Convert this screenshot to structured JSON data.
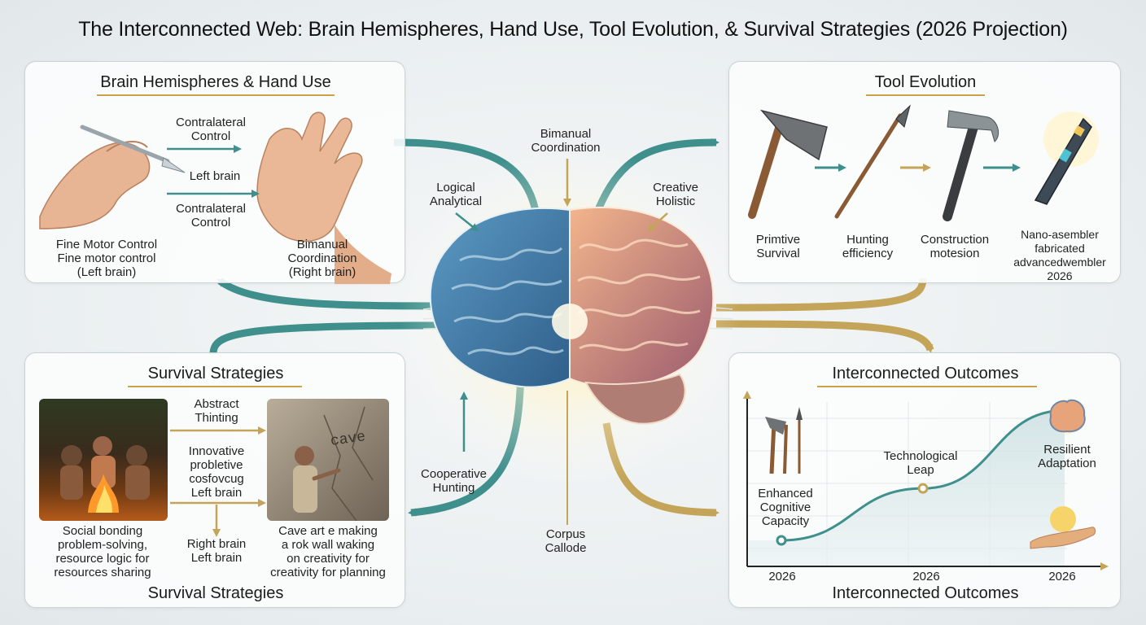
{
  "title": "The Interconnected Web: Brain Hemispheres, Hand Use, Tool Evolution, & Survival Strategies (2026 Projection)",
  "colors": {
    "teal": "#3f8f8c",
    "gold": "#c4a458",
    "left_hemi": "#4d87b0",
    "right_hemi": "#e0a27a"
  },
  "brain_hand": {
    "heading": "Brain Hemispheres & Hand Use",
    "arrow_top": [
      "Contralateral",
      "Control"
    ],
    "left_brain": "Left brain",
    "arrow_bottom": [
      "Contralateral",
      "Control"
    ],
    "fine_motor": [
      "Fine Motor Control",
      "Fine motor control",
      "(Left brain)"
    ],
    "bimanual": [
      "Bimanual",
      "Coordination",
      "(Right brain)"
    ]
  },
  "tools": {
    "heading": "Tool Evolution",
    "items": [
      [
        "Primtive",
        "Survival"
      ],
      [
        "Hunting",
        "efficiency"
      ],
      [
        "Construction",
        "motesion"
      ],
      [
        "Nano-asembler",
        "fabricated",
        "advancedwembler",
        "2026"
      ]
    ]
  },
  "center": {
    "bimanual": [
      "Bimanual",
      "Coordination"
    ],
    "logical": [
      "Logical",
      "Analytical"
    ],
    "creative": [
      "Creative",
      "Holistic"
    ],
    "cooperative": [
      "Cooperative",
      "Hunting"
    ],
    "corpus": [
      "Corpus",
      "Callode"
    ]
  },
  "survival": {
    "heading": "Survival Strategies",
    "footer": "Survival Strategies",
    "abstract": [
      "Abstract",
      "Thinting"
    ],
    "innovative": [
      "Innovative",
      "probletive",
      "cosfovcug",
      "Left brain"
    ],
    "right_left": [
      "Right brain",
      "Left brain"
    ],
    "social": [
      "Social bonding",
      "problem-solving,",
      "resource  logic for",
      "resources sharing"
    ],
    "cave_text": "cave",
    "cave_caption": [
      "Cave art e making",
      "a rok wall waking",
      "on creativity for",
      "creativity for planning"
    ]
  },
  "outcomes": {
    "heading": "Interconnected Outcomes",
    "footer": "Interconnected Outcomes",
    "enhanced": [
      "Enhanced",
      "Cognitive",
      "Capacity"
    ],
    "leap": [
      "Technological",
      "Leap"
    ],
    "resilient": [
      "Resilient",
      "Adaptation"
    ],
    "years": [
      "2026",
      "2026",
      "2026"
    ],
    "curve_points": [
      [
        0.0,
        0.0
      ],
      [
        0.5,
        0.38
      ],
      [
        1.0,
        0.95
      ]
    ]
  }
}
